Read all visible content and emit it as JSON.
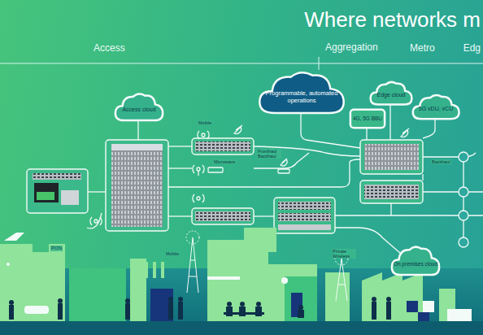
{
  "diagram": {
    "title": "Where networks m",
    "nodes": [
      {
        "text": [
          "Access cloud"
        ]
      },
      {
        "text": [
          "Programmable, automated operations"
        ]
      },
      {
        "text": [
          "Edge cloud"
        ]
      },
      {
        "text": [
          "4G, 5G BBU"
        ]
      },
      {
        "text": [
          "5G vDU, vCU"
        ]
      },
      {
        "text": [
          "On premises cloud"
        ]
      }
    ],
    "labels": [
      "Access",
      "Aggregation",
      "Metro",
      "Edg",
      "Mobile",
      "Microwave",
      "Fronthaul Backhaul",
      "Backhaul",
      "PON",
      "Mobile",
      "Private Wireless"
    ]
  }
}
